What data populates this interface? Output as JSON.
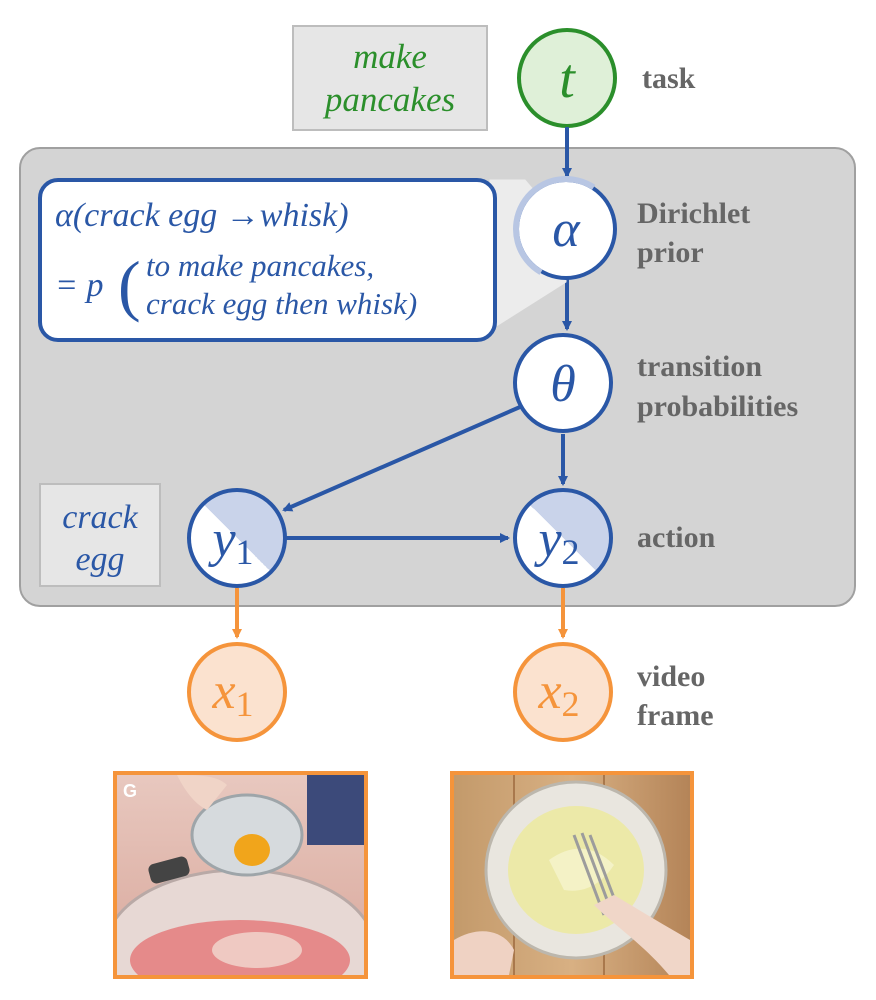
{
  "colors": {
    "blue": "#2a57a6",
    "green": "#2b8f2b",
    "orange": "#f5943b",
    "orange_fill": "#fbe2cf",
    "plate": "#d4d4d4",
    "plate_border": "#a0a0a0",
    "label_gray": "#666666",
    "tag_box": "#e6e6e6"
  },
  "task_tag": {
    "line1": "make",
    "line2": "pancakes"
  },
  "action_tag": {
    "line1": "crack",
    "line2": "egg"
  },
  "nodes": {
    "task": {
      "symbol": "t",
      "label": "task"
    },
    "alpha": {
      "symbol": "α",
      "label_line1": "Dirichlet",
      "label_line2": "prior"
    },
    "theta": {
      "symbol": "θ",
      "label_line1": "transition",
      "label_line2": "probabilities"
    },
    "y1": {
      "symbol": "y",
      "subscript": "1"
    },
    "y2": {
      "symbol": "y",
      "subscript": "2",
      "label": "action"
    },
    "x1": {
      "symbol": "x",
      "subscript": "1"
    },
    "x2": {
      "symbol": "x",
      "subscript": "2",
      "label_line1": "video",
      "label_line2": "frame"
    }
  },
  "callout": {
    "line1": "α(crack egg →whisk)",
    "eq": "= p",
    "line2": "to make pancakes,",
    "line3": "crack egg then whisk)"
  },
  "frames": {
    "frame1_badge": "G"
  }
}
